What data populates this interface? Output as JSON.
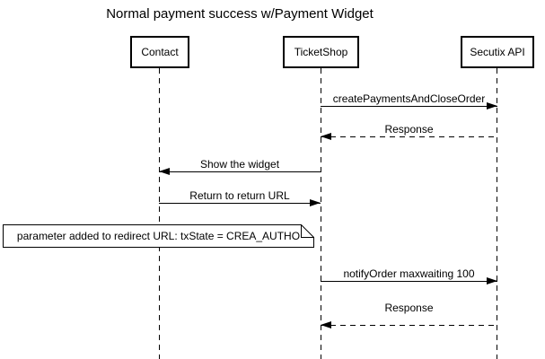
{
  "title": "Normal payment success w/Payment Widget",
  "actors": [
    {
      "label": "Contact"
    },
    {
      "label": "TicketShop"
    },
    {
      "label": "Secutix API"
    }
  ],
  "messages": [
    {
      "label": "createPaymentsAndCloseOrder",
      "from": "TicketShop",
      "to": "Secutix API",
      "line": "solid"
    },
    {
      "label": "Response",
      "from": "Secutix API",
      "to": "TicketShop",
      "line": "dashed"
    },
    {
      "label": "Show the widget",
      "from": "TicketShop",
      "to": "Contact",
      "line": "solid"
    },
    {
      "label": "Return to return URL",
      "from": "Contact",
      "to": "TicketShop",
      "line": "solid"
    },
    {
      "label": "notifyOrder maxwaiting 100",
      "from": "TicketShop",
      "to": "Secutix API",
      "line": "solid"
    },
    {
      "label": "Response",
      "from": "Secutix API",
      "to": "TicketShop",
      "line": "dashed"
    }
  ],
  "note": {
    "text": "parameter added to redirect URL: txState = CREA_AUTHO"
  },
  "colors": {
    "background": "#ffffff",
    "line": "#000000",
    "text": "#000000"
  }
}
